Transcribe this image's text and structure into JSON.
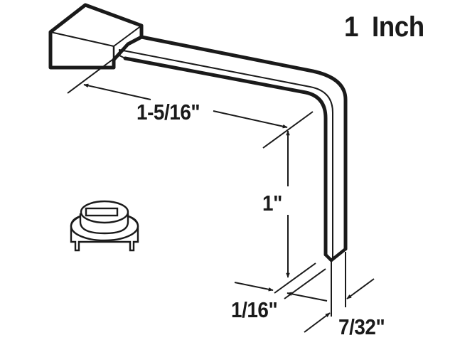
{
  "title": "1 Inch",
  "colors": {
    "background": "#ffffff",
    "ink": "#1a1a1a"
  },
  "diagram": {
    "subject": "L-shaped bracket with block end and round cap",
    "parts": [
      {
        "name": "trapezoid-end-block"
      },
      {
        "name": "l-shaped-bracket-arm"
      },
      {
        "name": "round-cap-with-slot"
      }
    ],
    "dimensions": {
      "horizontal_length": "1-5/16\"",
      "vertical_height": "1\"",
      "thickness": "1/16\"",
      "width": "7/32\""
    }
  }
}
